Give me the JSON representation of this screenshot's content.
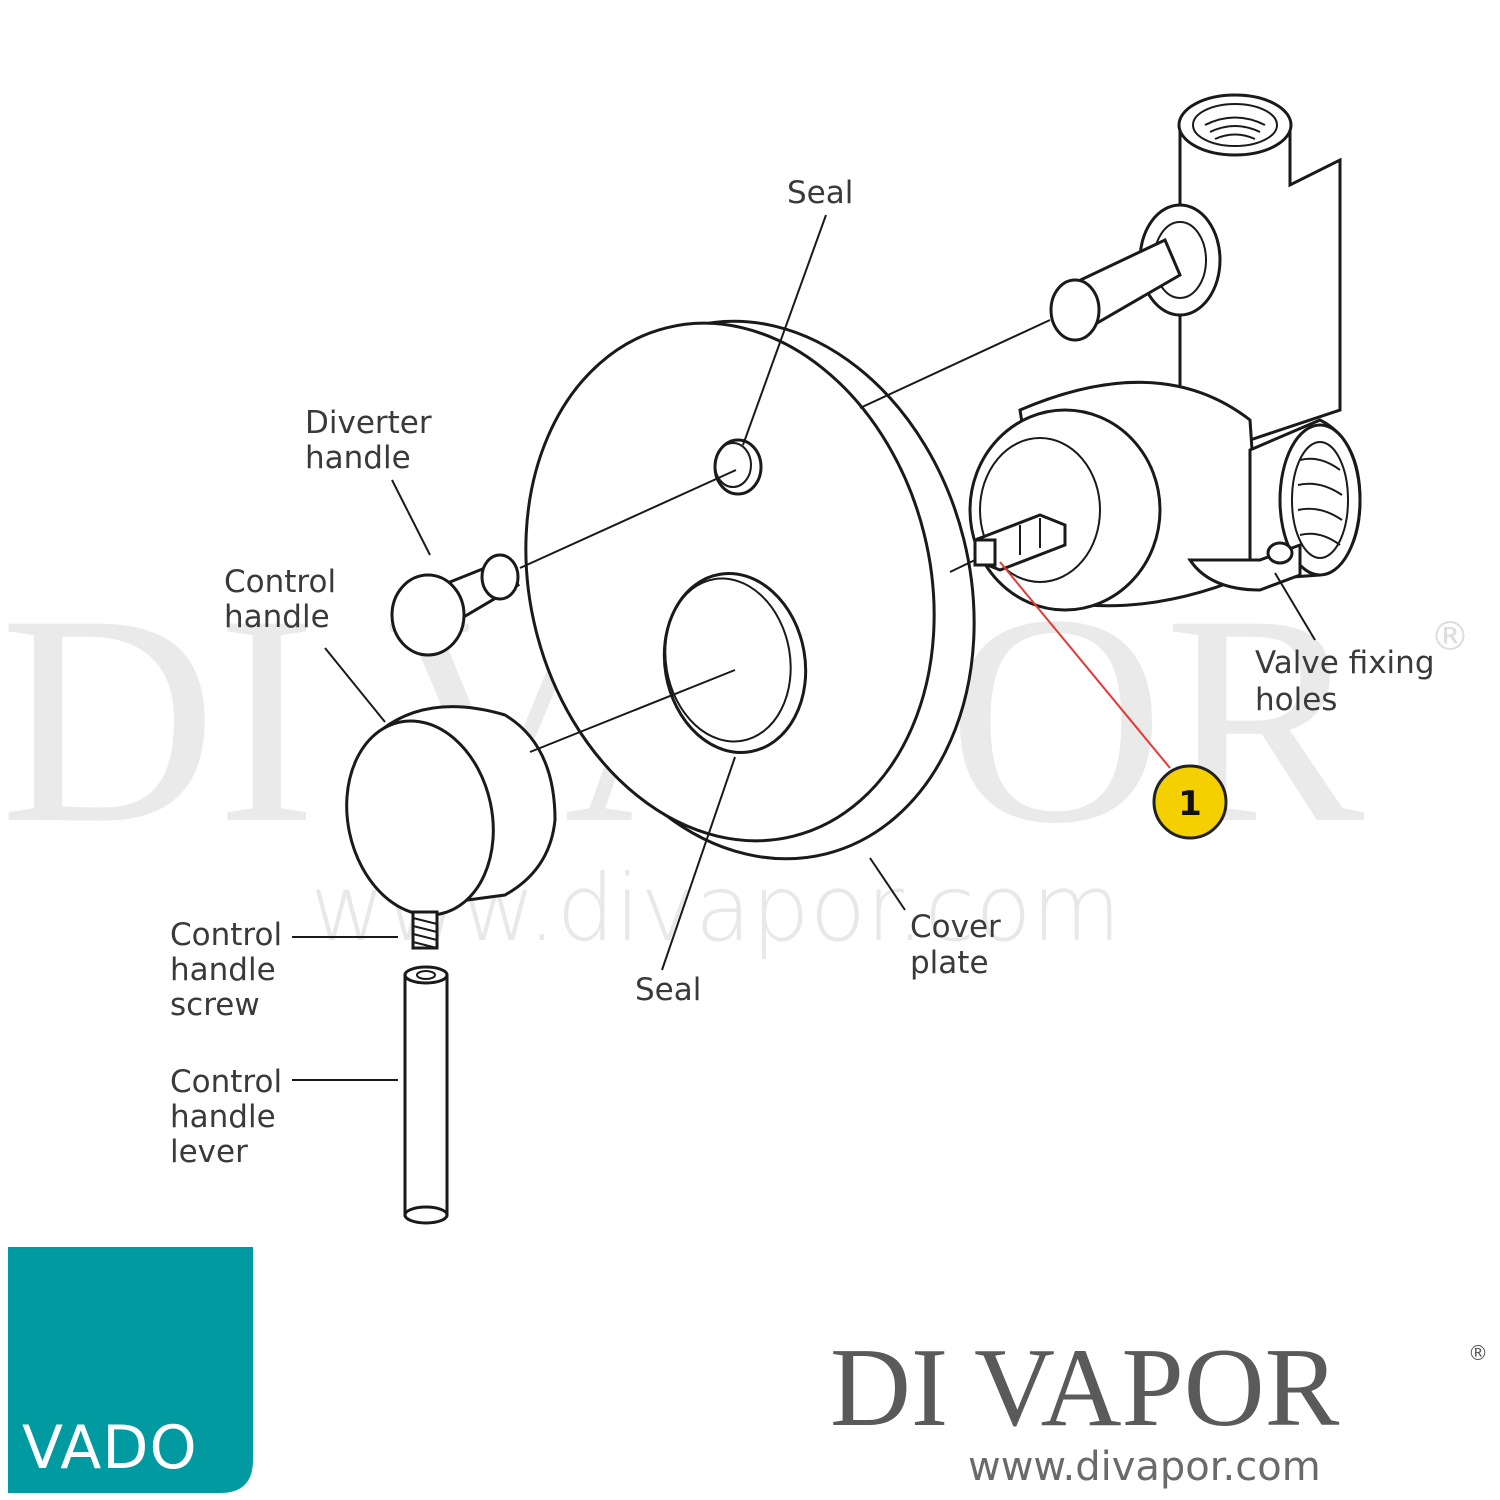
{
  "labels": {
    "seal_top": "Seal",
    "diverter_handle": [
      "Diverter",
      "handle"
    ],
    "control_handle": [
      "Control",
      "handle"
    ],
    "valve_fixing_holes": [
      "Valve fixing",
      "holes"
    ],
    "cover_plate": [
      "Cover",
      "plate"
    ],
    "seal_bottom": "Seal",
    "control_handle_screw": [
      "Control",
      "handle",
      "screw"
    ],
    "control_handle_lever": [
      "Control",
      "handle",
      "lever"
    ]
  },
  "callout": {
    "number": "1",
    "fill": "#f5d000",
    "leader_color": "#e53935"
  },
  "watermark": {
    "brand": "DI VAPOR",
    "registered": "®",
    "url": "www.divapor.com"
  },
  "branding": {
    "vado": {
      "text": "VADO",
      "color": "#009aa0"
    },
    "divapor": {
      "name": "DI VAPOR",
      "registered": "®",
      "url": "www.divapor.com"
    }
  }
}
